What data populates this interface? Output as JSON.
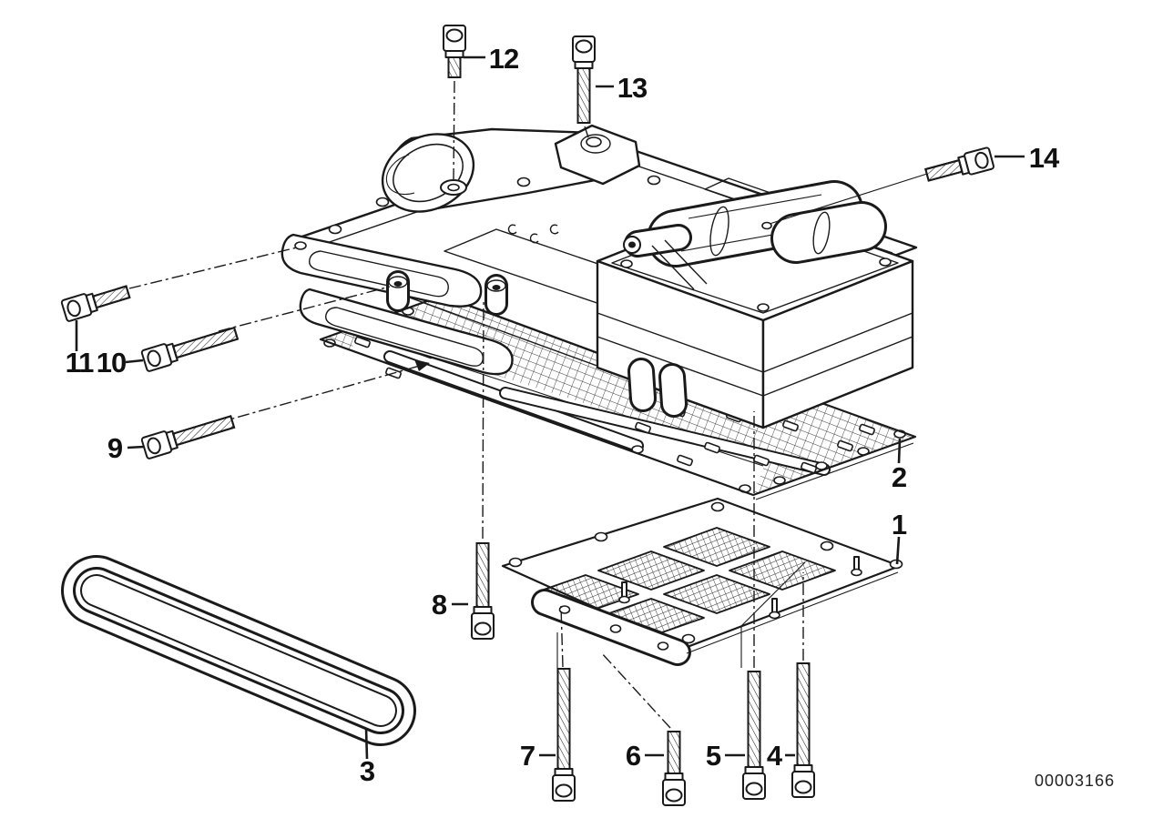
{
  "diagram": {
    "kind": "exploded-parts-line-drawing",
    "colors": {
      "background": "#ffffff",
      "ink": "#1a1a1a"
    }
  },
  "callouts": [
    {
      "label": "1"
    },
    {
      "label": "2"
    },
    {
      "label": "3"
    },
    {
      "label": "4"
    },
    {
      "label": "5"
    },
    {
      "label": "6"
    },
    {
      "label": "7"
    },
    {
      "label": "8"
    },
    {
      "label": "9"
    },
    {
      "label": "10"
    },
    {
      "label": "11"
    },
    {
      "label": "12"
    },
    {
      "label": "13"
    },
    {
      "label": "14"
    }
  ],
  "drawing_number": "00003166"
}
